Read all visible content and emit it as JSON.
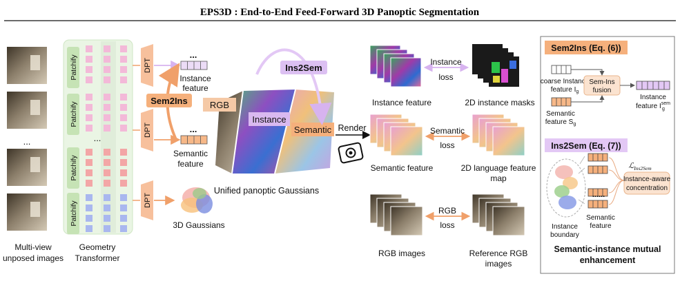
{
  "title": "EPS3D : End-to-End Feed-Forward 3D Panoptic Segmentation",
  "left": {
    "input_ellipsis": "...",
    "input_caption_line1": "Multi-view",
    "input_caption_line2": "unposed images",
    "patchify": "Patchify",
    "patch_ellipsis": "...",
    "transformer_line1": "Geometry",
    "transformer_line2": "Transformer",
    "dpt": "DPT"
  },
  "middle": {
    "feature_ellipsis": "...",
    "instance_feature_line1": "Instance",
    "instance_feature_line2": "feature",
    "semantic_feature_line1": "Semantic",
    "semantic_feature_line2": "feature",
    "sem2ins": "Sem2Ins",
    "ins2sem": "Ins2Sem",
    "rgb": "RGB",
    "instance": "Instance",
    "semantic": "Semantic",
    "render": "Render",
    "unified_caption": "Unified panoptic Gaussians",
    "gaussians_caption": "3D Gaussians"
  },
  "right": {
    "row1_left": "Instance feature",
    "row1_loss_line1": "Instance",
    "row1_loss_line2": "loss",
    "row1_right": "2D instance masks",
    "row2_left": "Semantic feature",
    "row2_loss_line1": "Semantic",
    "row2_loss_line2": "loss",
    "row2_right_line1": "2D language feature",
    "row2_right_line2": "map",
    "row3_left": "RGB images",
    "row3_loss_line1": "RGB",
    "row3_loss_line2": "loss",
    "row3_right_line1": "Reference RGB",
    "row3_right_line2": "images"
  },
  "panel": {
    "sem2ins_title": "Sem2Ins (Eq. (6))",
    "coarse_line1": "coarse Instance",
    "coarse_line2": "feature I",
    "coarse_sub": "g",
    "semins_line1": "Sem-Ins",
    "semins_line2": "fusion",
    "out_line1": "Instance",
    "out_line2": "feature I",
    "out_sub": "g",
    "out_sup": "sem",
    "sem_line1": "Semantic",
    "sem_line2": "feature S",
    "sem_sub": "g",
    "ins2sem_title": "Ins2Sem (Eq. (7))",
    "loss_label": "ℒ",
    "loss_sub": "Ins2Sem",
    "dots": "......",
    "aware_line1": "Instance-aware",
    "aware_line2": "concentration",
    "boundary_line1": "Instance",
    "boundary_line2": "boundary",
    "semfeat_line1": "Semantic",
    "semfeat_line2": "feature",
    "caption_line1": "Semantic-instance mutual",
    "caption_line2": "enhancement"
  },
  "colors": {
    "orange": "#f5b07c",
    "orange_dark": "#e07a3a",
    "purple": "#c9a6e8",
    "purple_light": "#e7d3f5",
    "green_panel": "#dff0d8",
    "patch_pink": "#f3b9d8",
    "patch_red": "#f3a6a6",
    "patch_blue": "#a9b7ef"
  }
}
